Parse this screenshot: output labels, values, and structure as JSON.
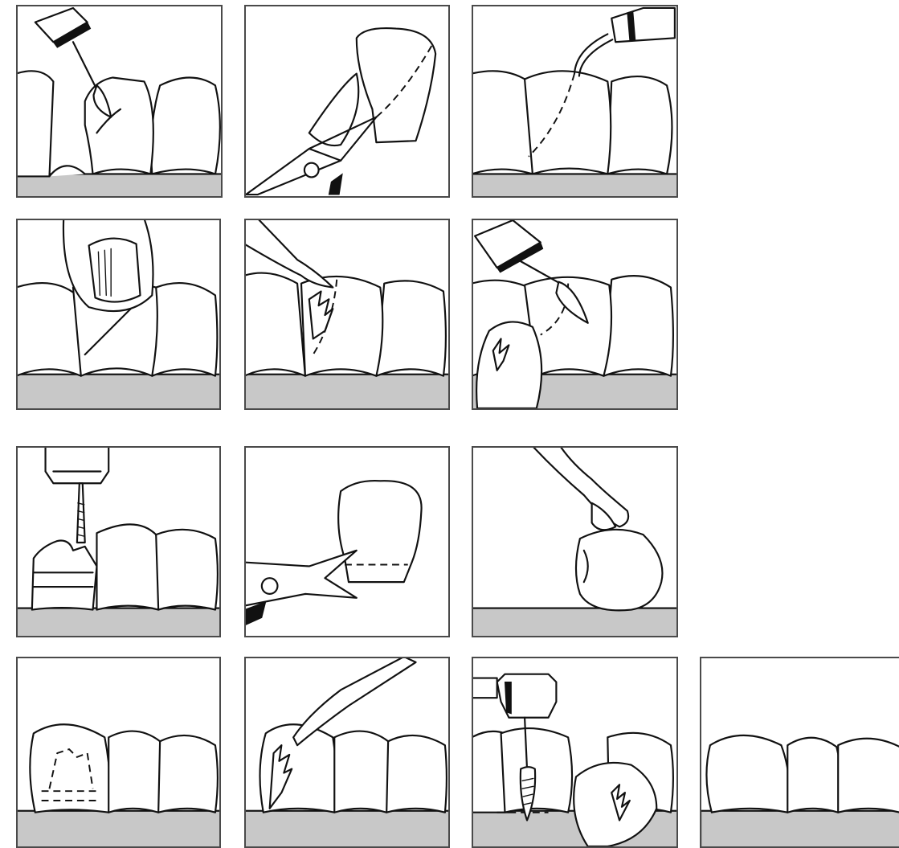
{
  "figure": {
    "rows": 4,
    "columns": 4,
    "panel_count": 13
  },
  "palette": {
    "line": "#111111",
    "gum": "#c8c8c8",
    "background": "#ffffff",
    "frame": "#4a4a4a"
  },
  "panels": [
    {
      "id": "p1",
      "icons": [
        "dental-handpiece-icon",
        "flame-bur-icon",
        "tooth-icon"
      ]
    },
    {
      "id": "p2",
      "icons": [
        "scissors-icon",
        "crown-form-icon"
      ]
    },
    {
      "id": "p3",
      "icons": [
        "syringe-tip-icon",
        "tooth-icon"
      ]
    },
    {
      "id": "p4",
      "icons": [
        "finger-icon",
        "tooth-icon"
      ]
    },
    {
      "id": "p5",
      "icons": [
        "instrument-icon",
        "tooth-icon"
      ]
    },
    {
      "id": "p6",
      "icons": [
        "dental-handpiece-icon",
        "flame-bur-icon",
        "tooth-icon"
      ]
    },
    {
      "id": "p7",
      "icons": [
        "dental-handpiece-icon",
        "tapered-bur-icon",
        "tooth-icon"
      ]
    },
    {
      "id": "p8",
      "icons": [
        "scissors-icon",
        "crown-form-icon"
      ]
    },
    {
      "id": "p9",
      "icons": [
        "instrument-icon",
        "crown-form-icon"
      ]
    },
    {
      "id": "p10",
      "icons": [
        "tooth-icon"
      ]
    },
    {
      "id": "p11",
      "icons": [
        "instrument-icon",
        "tooth-icon"
      ]
    },
    {
      "id": "p12",
      "icons": [
        "dental-handpiece-icon",
        "flame-bur-icon",
        "tooth-icon"
      ]
    },
    {
      "id": "p13",
      "icons": [
        "tooth-icon"
      ]
    }
  ]
}
